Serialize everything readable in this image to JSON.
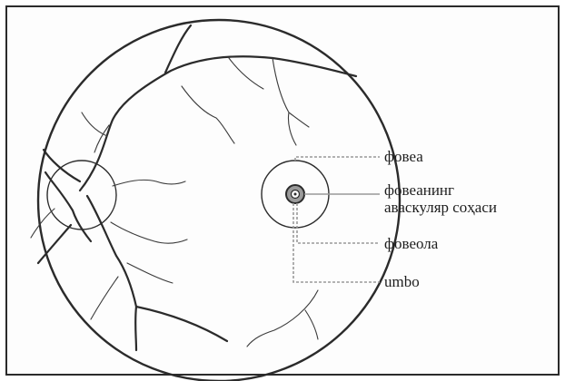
{
  "labels": {
    "fovea": "фовеа",
    "avascular_zone_line1": "фовеанинг",
    "avascular_zone_line2": "аваскуляр соҳаси",
    "foveola": "фовеола",
    "umbo": "umbo"
  },
  "colors": {
    "outline": "#2b2b2b",
    "vessel": "#3a3a3a",
    "leader": "#9a9a9a",
    "background": "#fdfdfd"
  }
}
